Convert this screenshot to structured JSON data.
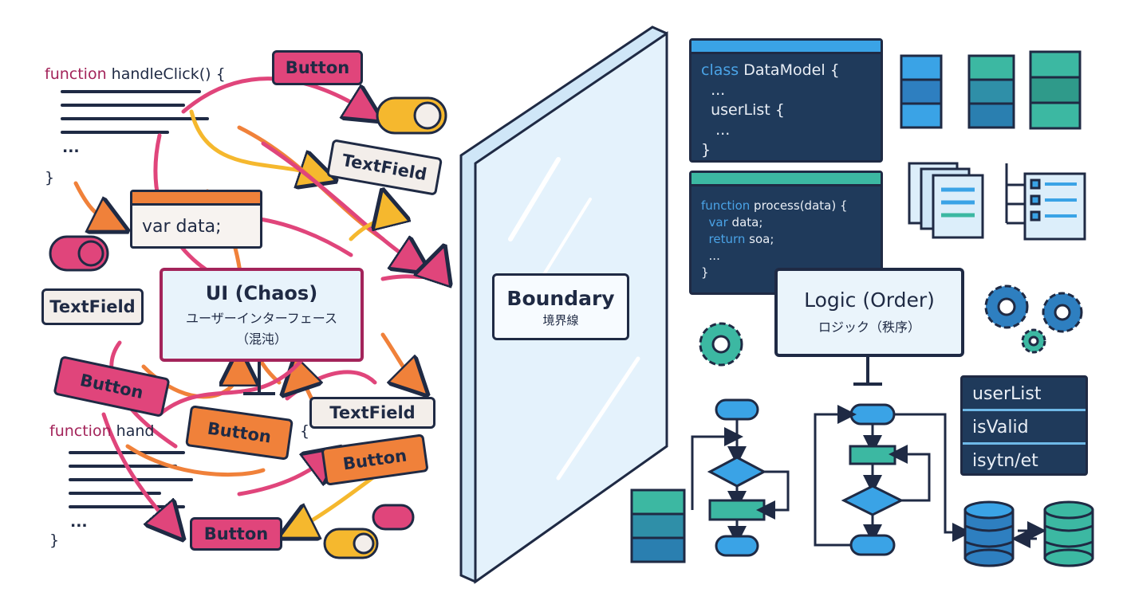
{
  "left": {
    "code_top": {
      "keyword": "function",
      "name": "handleClick() {",
      "ellipsis": "...",
      "close": "}"
    },
    "code_bottom": {
      "keyword": "function",
      "name": "hand",
      "brace": "{",
      "ellipsis": "...",
      "close": "}"
    },
    "var_box": "var data;",
    "ui_monitor": {
      "title": "UI (Chaos)",
      "subtitle": "ユーザーインターフェース",
      "subtitle2": "（混沌）"
    },
    "buttons": [
      "Button",
      "Button",
      "Button",
      "Button",
      "Button"
    ],
    "textfields": [
      "TextField",
      "TextField",
      "TextField"
    ]
  },
  "center": {
    "title": "Boundary",
    "subtitle": "境界線"
  },
  "right": {
    "panel1": {
      "keyword": "class",
      "line1": " DataModel {",
      "line2": "  ...",
      "line3": "  userList {",
      "line4": "   ...",
      "line5": "}"
    },
    "panel2": {
      "keyword": "function",
      "line1": " process(data) {",
      "line2kw": "  var",
      "line2": " data;",
      "line3kw": "  return",
      "line3": " soa;",
      "line4": "  ...",
      "line5": "}"
    },
    "logic_monitor": {
      "title": "Logic (Order)",
      "subtitle": "ロジック（秩序）"
    },
    "var_list": [
      "userList",
      "isValid",
      "isytn/et"
    ]
  },
  "colors": {
    "navy": "#1f2a44",
    "pink": "#e0457b",
    "orange": "#f0813a",
    "blue": "#3aa3e6",
    "teal": "#3cb8a2",
    "yellow": "#f5b82e"
  }
}
